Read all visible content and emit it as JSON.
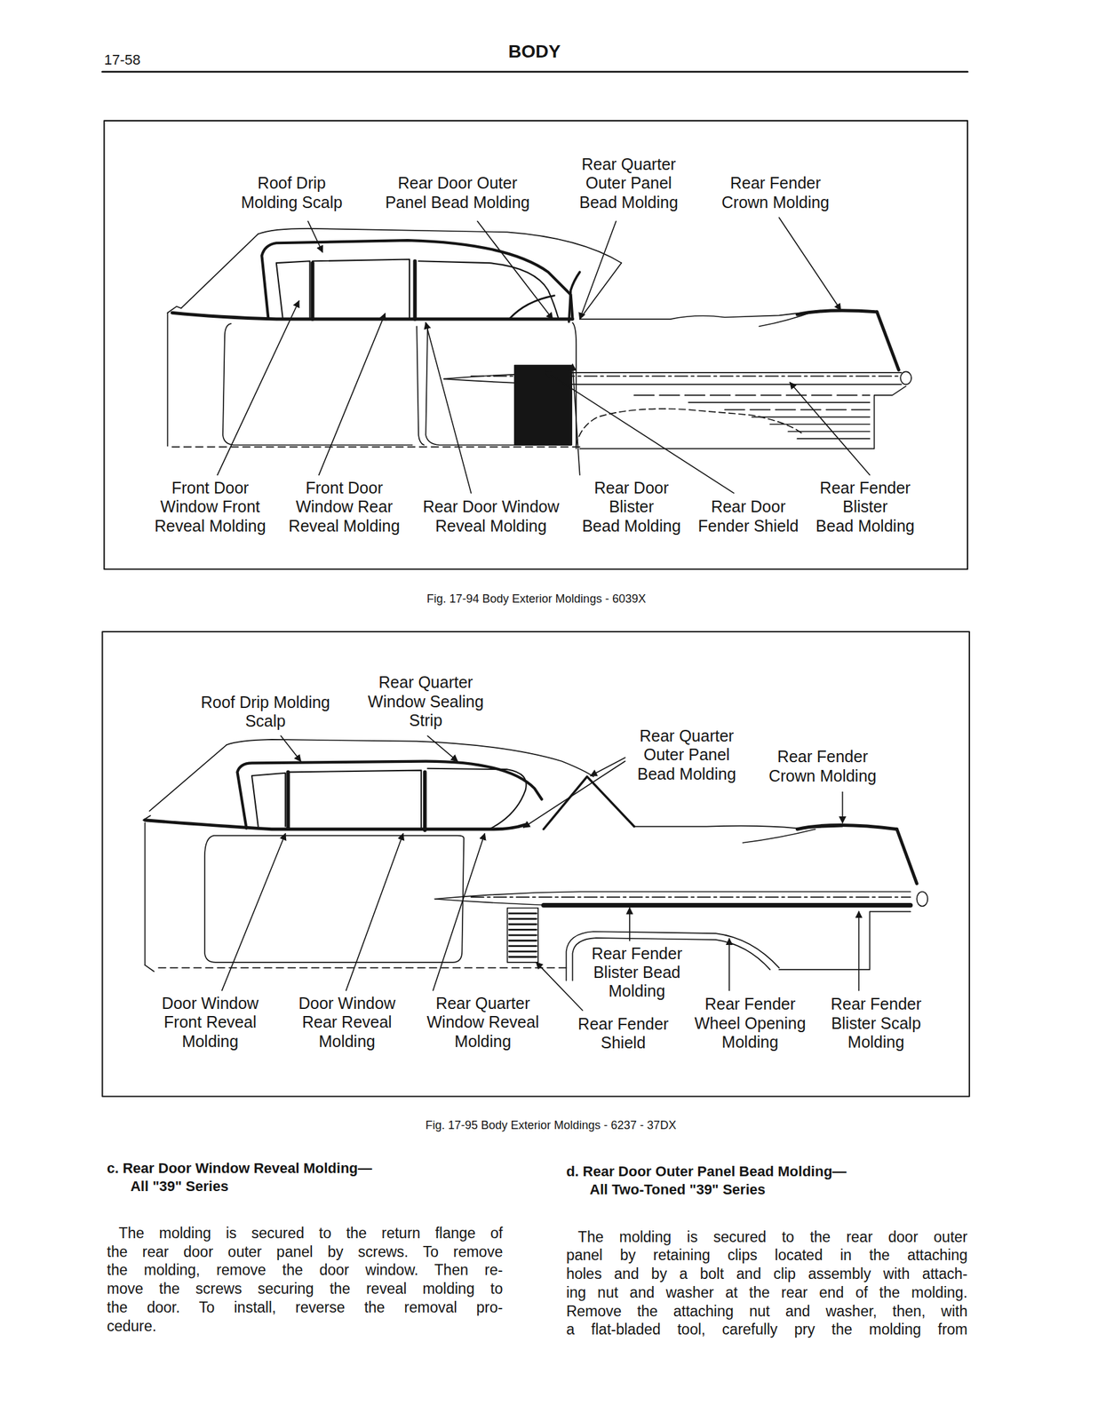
{
  "diagram": {
    "title": "BODY",
    "labels": [
      "17-58",
      "Roof Drip Molding Scalp",
      "Rear Door Outer Panel Bead Molding",
      "Rear Quarter Outer Panel Bead Molding",
      "Rear Fender Crown Molding",
      "Front Door Window Front Reveal Molding",
      "Front Door Window Rear Reveal Molding",
      "Rear Door Window Reveal Molding",
      "Rear Door Blister Bead Molding",
      "Rear Door Fender Shield",
      "Rear Fender Blister Bead Molding",
      "Fig. 17-94 Body Exterior Moldings - 6039X",
      "Roof Drip Molding Scalp",
      "Rear Quarter Window Sealing Strip",
      "Rear Quarter Outer Panel Bead Molding",
      "Rear Fender Crown Molding",
      "Rear Fender Blister Bead Molding",
      "Door Window Front Reveal Molding",
      "Door Window Rear Reveal Molding",
      "Rear Quarter Window Reveal Molding",
      "Rear Fender Shield",
      "Rear Fender Wheel Opening Molding",
      "Rear Fender Blister Scalp Molding",
      "Fig. 17-95 Body Exterior Moldings - 6237 - 37DX",
      "c. Rear Door Window Reveal Molding— All \"39\" Series",
      "The molding is secured to the return flange of the rear door outer panel by screws. To remove the molding, remove the door window. Then re- move the screws securing the reveal molding to the door. To install, reverse the removal pro- cedure.",
      "d. Rear Door Outer Panel Bead Molding— All Two-Toned \"39\" Series",
      "The molding is secured to the rear door outer panel by retaining clips located in the attaching holes and by a bolt and clip assembly with attach- ing nut and washer at the rear end of the molding. Remove the attaching nut and washer, then, with a flat-bladed tool, carefully pry the molding from"
    ]
  }
}
